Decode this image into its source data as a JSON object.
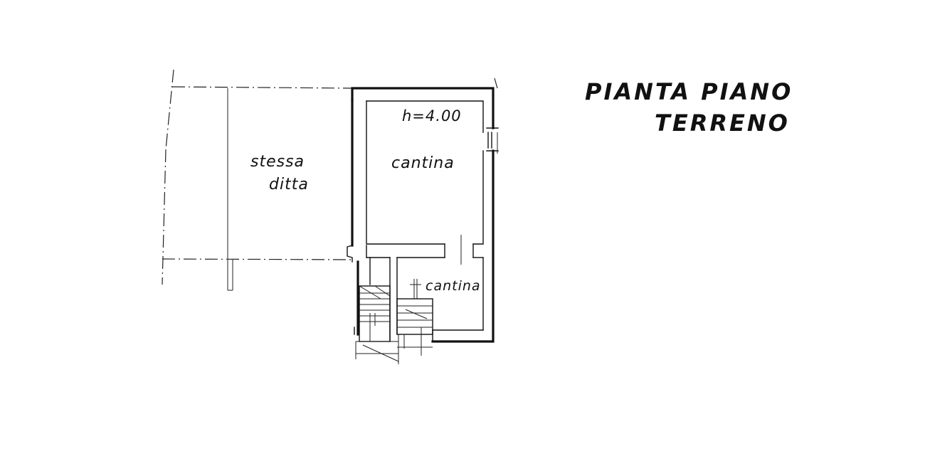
{
  "title": {
    "line1": "PIANTA PIANO",
    "line2": "TERRENO"
  },
  "rooms": {
    "stessa_ditta_line1": "stessa",
    "stessa_ditta_line2": "ditta",
    "cantina_main": "cantina",
    "cantina_small": "cantina"
  },
  "annotations": {
    "height": "h=4.00"
  }
}
